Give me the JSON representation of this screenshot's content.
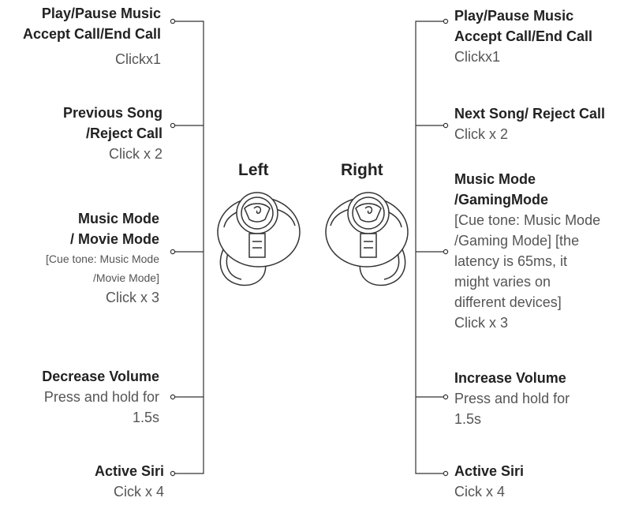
{
  "headings": {
    "left": "Left",
    "right": "Right"
  },
  "left": [
    {
      "title": [
        "Play/Pause Music",
        "Accept Call/End Call"
      ],
      "detail": [
        "Clickx1"
      ]
    },
    {
      "title": [
        "Previous Song",
        "/Reject Call"
      ],
      "detail": [
        "Click x 2"
      ]
    },
    {
      "title": [
        "Music Mode",
        "/ Movie Mode"
      ],
      "note": [
        "[Cue tone: Music Mode",
        "/Movie Mode]"
      ],
      "detail": [
        "Click x 3"
      ]
    },
    {
      "title": [
        "Decrease Volume"
      ],
      "detail": [
        "Press and hold for",
        "1.5s"
      ]
    },
    {
      "title": [
        "Active Siri"
      ],
      "detail": [
        "Cick x 4"
      ]
    }
  ],
  "right": [
    {
      "title": [
        "Play/Pause Music",
        "Accept Call/End Call"
      ],
      "detail": [
        "Clickx1"
      ]
    },
    {
      "title": [
        "Next Song/ Reject Call"
      ],
      "detail": [
        "Click x 2"
      ]
    },
    {
      "title": [
        "Music Mode",
        "/GamingMode"
      ],
      "detail": [
        "[Cue tone: Music Mode",
        "/Gaming Mode] [the",
        "latency is 65ms, it",
        "might varies on",
        "different devices]",
        "Click x 3"
      ]
    },
    {
      "title": [
        "Increase Volume"
      ],
      "detail": [
        "Press and hold for",
        "1.5s"
      ]
    },
    {
      "title": [
        "Active Siri"
      ],
      "detail": [
        "Cick x 4"
      ]
    }
  ]
}
